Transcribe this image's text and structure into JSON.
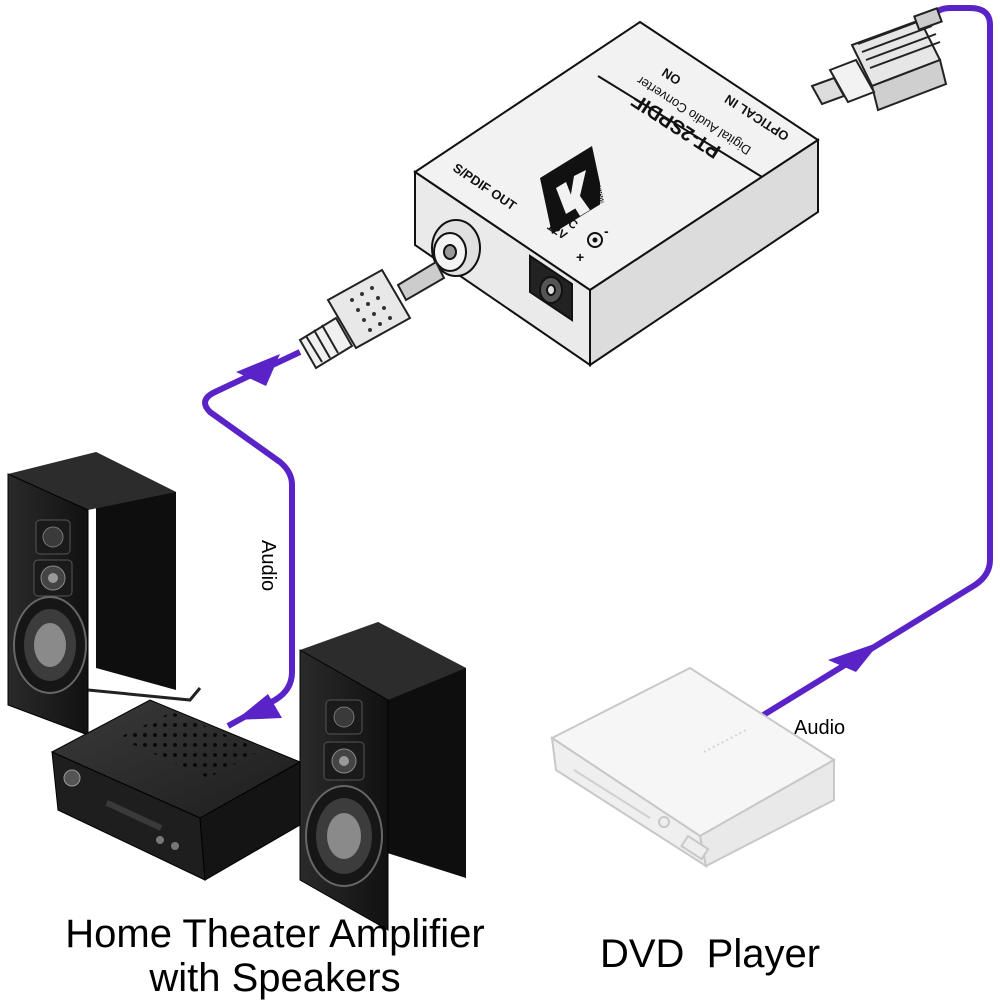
{
  "colors": {
    "cable": "#5a23c8",
    "device_face": "#f2f2f2",
    "device_side": "#e2e2e2",
    "speaker": "#1c1c1c"
  },
  "device": {
    "model": "PT-2SPDIF",
    "subtitle": "Digital Audio Converter",
    "optical_in_label": "OPTICAL IN",
    "on_label": "ON",
    "spdif_out_label": "S/PDIF OUT",
    "dc_label": "DC",
    "voltage_label": "12V",
    "brand_logo": "KRAMER"
  },
  "cables": {
    "left_label": "Audio",
    "right_label": "Audio"
  },
  "captions": {
    "amplifier_line1": "Home Theater Amplifier",
    "amplifier_line2": "with Speakers",
    "dvd": "DVD  Player"
  },
  "icons": [
    "toslink-plug-icon",
    "rca-plug-icon",
    "dc-jack-icon",
    "arrow-down-icon",
    "arrow-up-icon",
    "speaker-icon",
    "amplifier-icon",
    "dvd-player-icon"
  ]
}
